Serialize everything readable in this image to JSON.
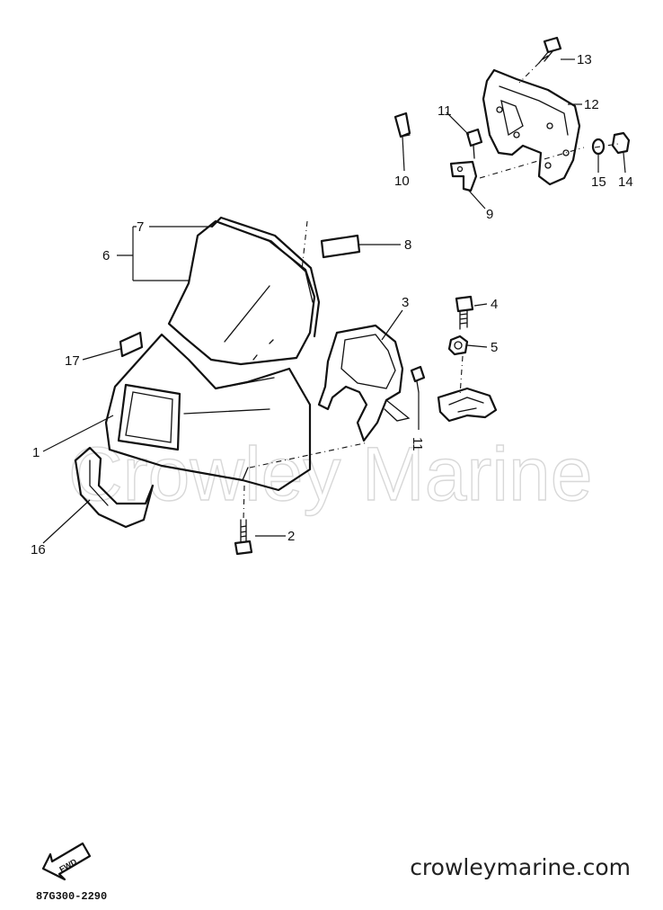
{
  "watermark": "Crowley Marine",
  "site_url": "crowleymarine.com",
  "diagram_code": "87G300-2290",
  "fwd_badge": "FWD",
  "callouts": {
    "c1": "1",
    "c2": "2",
    "c3": "3",
    "c4": "4",
    "c5": "5",
    "c6": "6",
    "c7": "7",
    "c8": "8",
    "c9": "9",
    "c10": "10",
    "c11a": "11",
    "c11b": "11",
    "c12": "12",
    "c13": "13",
    "c14": "14",
    "c15": "15",
    "c16": "16",
    "c17": "17"
  }
}
